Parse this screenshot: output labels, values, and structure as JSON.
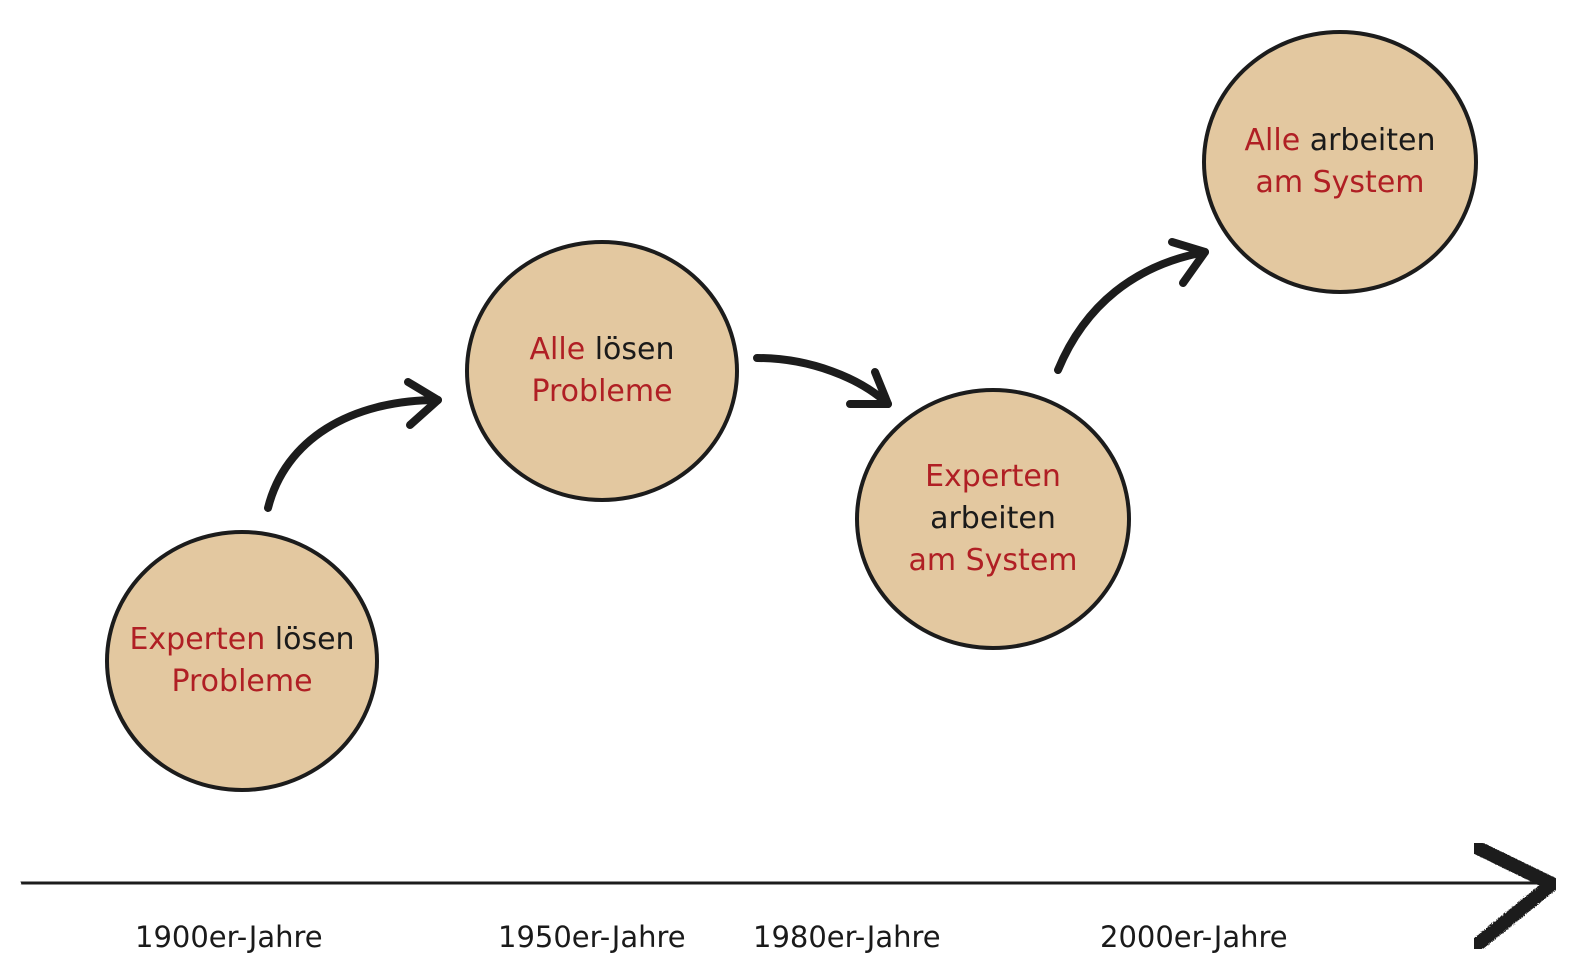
{
  "colors": {
    "circle_fill": "#e3c8a0",
    "outline": "#1c1c1c",
    "highlight_text": "#b01f24",
    "normal_text": "#1a1a1a"
  },
  "stages": [
    {
      "highlight": "Experten",
      "middle": "lösen",
      "object": "Probleme"
    },
    {
      "highlight": "Alle",
      "middle": "lösen",
      "object": "Probleme"
    },
    {
      "highlight": "Experten",
      "middle": "arbeiten",
      "object": "am System"
    },
    {
      "highlight": "Alle",
      "middle": "arbeiten",
      "object": "am System"
    }
  ],
  "timeline": {
    "labels": [
      "1900er-Jahre",
      "1950er-Jahre",
      "1980er-Jahre",
      "2000er-Jahre"
    ]
  }
}
